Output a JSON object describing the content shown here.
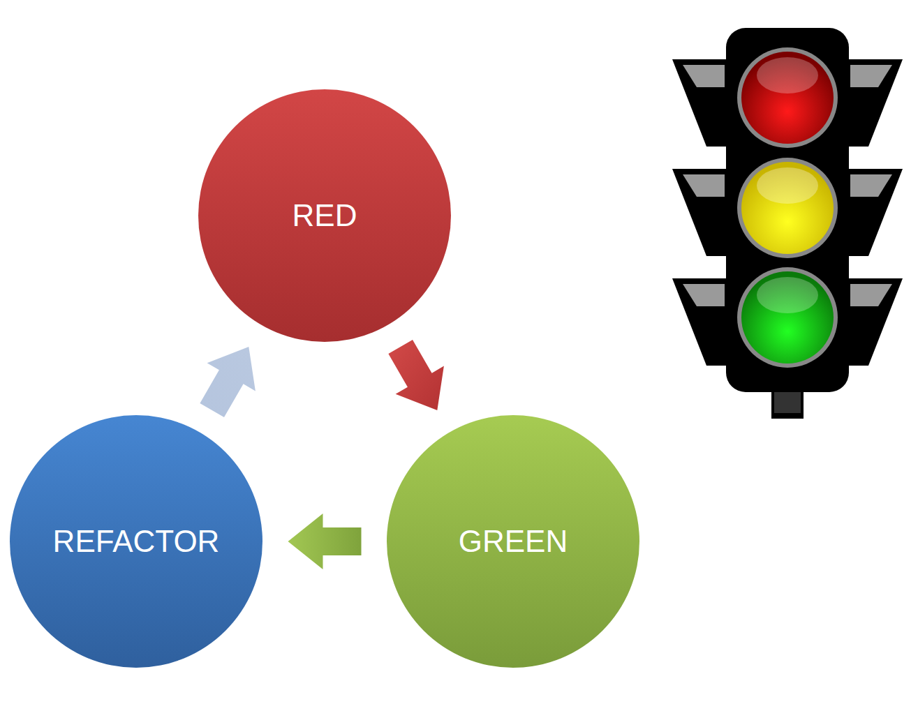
{
  "diagram": {
    "nodes": [
      {
        "text": [
          "RED"
        ]
      },
      {
        "text": [
          "GREEN"
        ]
      },
      {
        "text": [
          "REFACTOR"
        ]
      }
    ],
    "edges": [
      {
        "from": 0,
        "to": 1,
        "arrow": "to"
      },
      {
        "from": 1,
        "to": 2,
        "arrow": "to"
      },
      {
        "from": 2,
        "to": 0,
        "arrow": "to"
      }
    ]
  }
}
